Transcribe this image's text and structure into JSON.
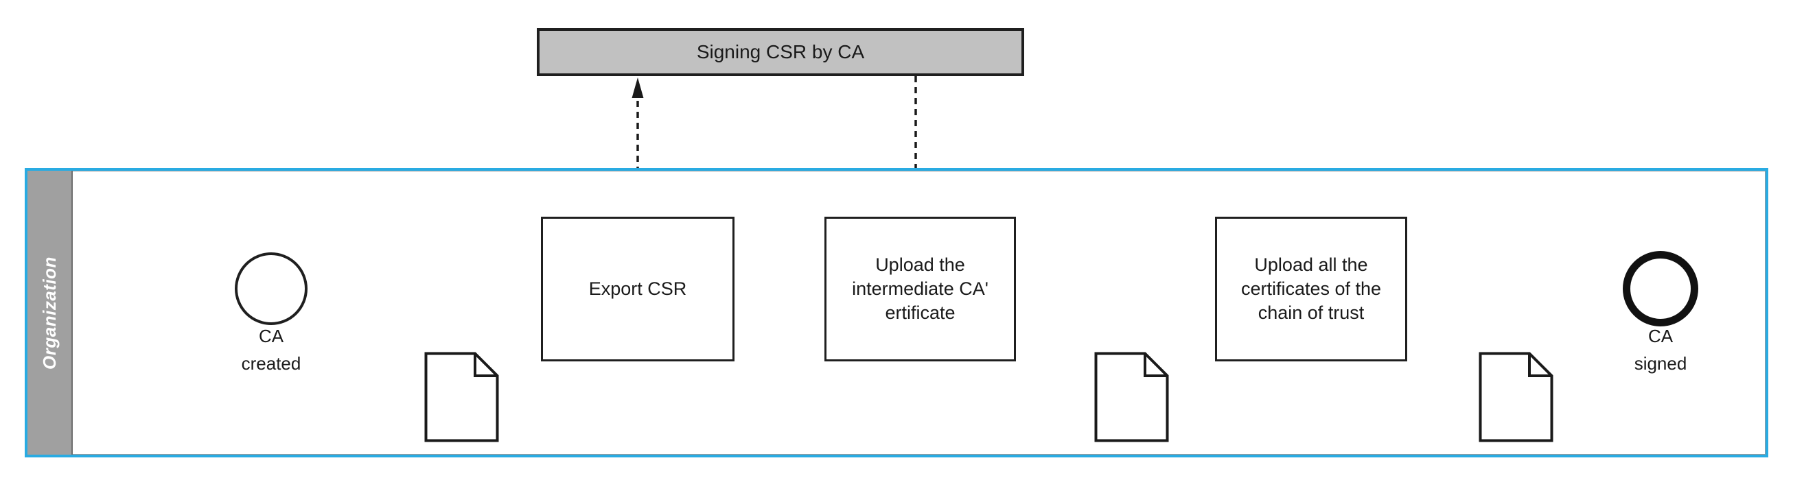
{
  "diagram": {
    "type": "bpmn-process-flow",
    "external_task": {
      "label": "Signing CSR by CA",
      "fill": "#c1c1c1"
    },
    "lane": {
      "label": "Organization",
      "band_fill": "#a0a0a0",
      "selection_border": "#29abe2"
    },
    "nodes": {
      "start_event": {
        "type": "start-event",
        "label": "CA\ncreated"
      },
      "task_export_csr": {
        "type": "task",
        "label": "Export CSR"
      },
      "task_upload_intermediate": {
        "type": "task",
        "label": "Upload the\nintermediate CA'\nertificate"
      },
      "task_upload_chain": {
        "type": "task",
        "label": "Upload all the\ncertificates of the\nchain of trust"
      },
      "end_event": {
        "type": "end-event",
        "label": "CA\nsigned"
      },
      "document_1": {
        "type": "document-artifact"
      },
      "document_2": {
        "type": "document-artifact"
      },
      "document_3": {
        "type": "document-artifact"
      }
    },
    "edges": [
      {
        "from": "start_event",
        "to": "task_export_csr",
        "style": "solid-arrow"
      },
      {
        "from": "task_export_csr",
        "to": "external_task",
        "style": "dashed-arrow"
      },
      {
        "from": "external_task",
        "to": "task_upload_intermediate",
        "style": "dashed-arrow"
      },
      {
        "from": "task_export_csr",
        "to": "document_1",
        "style": "solid-arrow"
      },
      {
        "from": "document_2",
        "to": "task_upload_intermediate",
        "style": "solid-arrow"
      },
      {
        "from": "task_upload_intermediate",
        "to": "task_upload_chain",
        "style": "solid-arrow"
      },
      {
        "from": "document_3",
        "to": "task_upload_chain",
        "style": "solid-arrow"
      },
      {
        "from": "task_upload_chain",
        "to": "end_event",
        "style": "solid-arrow"
      }
    ],
    "colors": {
      "selection_blue": "#29abe2",
      "external_task_gray": "#c1c1c1",
      "lane_band_gray": "#a0a0a0",
      "line_black": "#1a1a1a"
    }
  }
}
